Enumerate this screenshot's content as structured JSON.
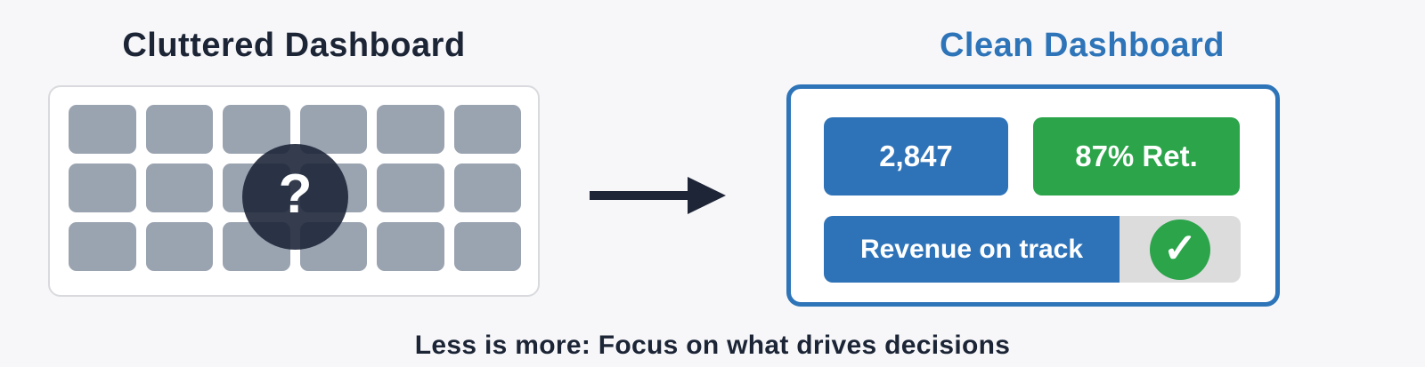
{
  "left_panel": {
    "title": "Cluttered Dashboard",
    "tile_count": 18,
    "mystery_mark": "?"
  },
  "right_panel": {
    "title": "Clean Dashboard",
    "metrics": [
      {
        "label": "2,847",
        "color": "#2e73b8"
      },
      {
        "label": "87% Ret.",
        "color": "#2ba44a"
      }
    ],
    "status": {
      "label": "Revenue on track",
      "check_mark": "✓",
      "bar_color": "#2e73b8",
      "check_color": "#2ba44a",
      "track_color": "#dcdcdd"
    }
  },
  "caption": "Less is more: Focus on what drives decisions",
  "colors": {
    "background": "#f7f7f9",
    "dark_navy": "#1c2536",
    "accent_blue": "#2e74b8",
    "accent_green": "#2ba44a",
    "tile_gray": "#9aa3b0",
    "panel_border_gray": "#d9dade"
  }
}
